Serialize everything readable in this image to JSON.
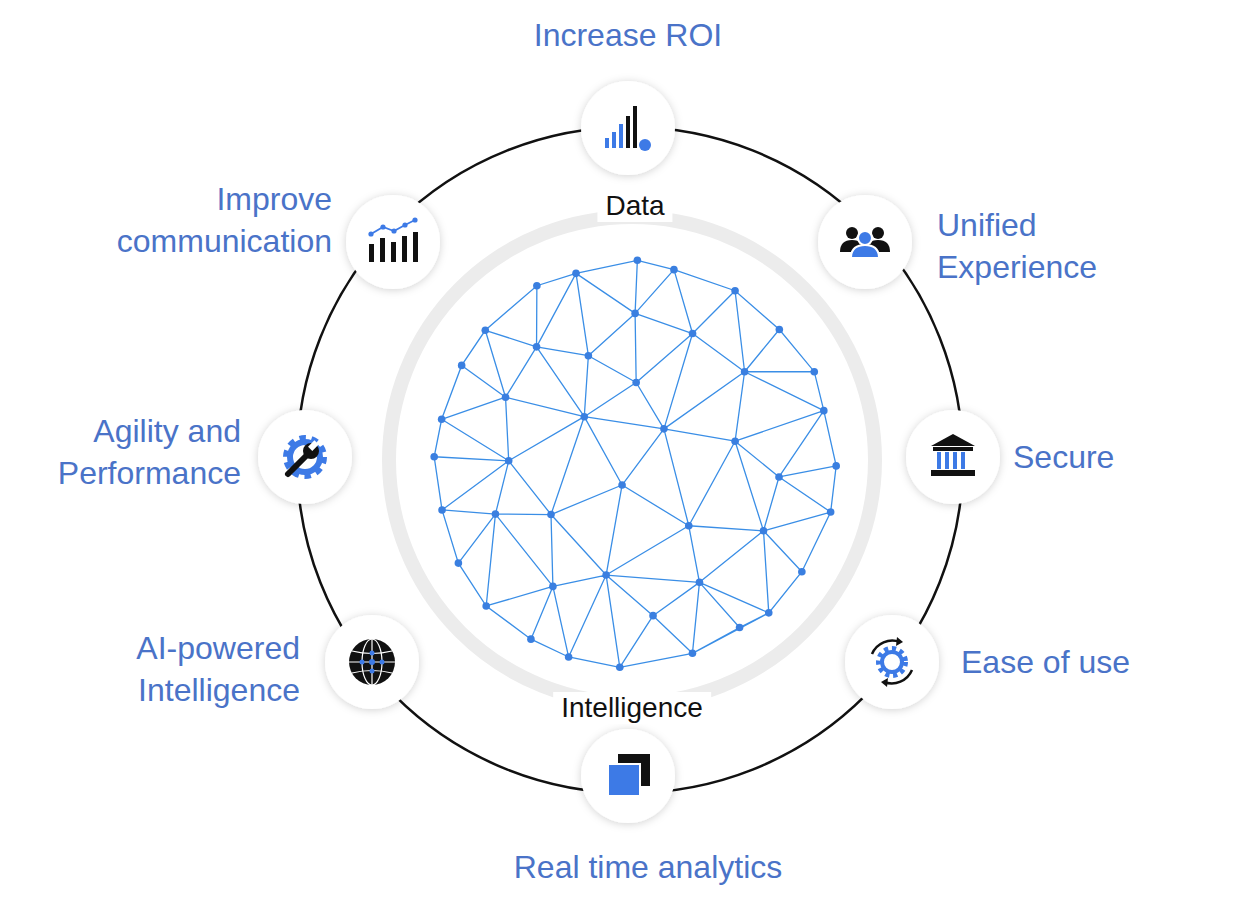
{
  "diagram": {
    "nodes": [
      {
        "text": [
          "Data",
          "Intelligence"
        ]
      },
      {
        "text": [
          "Increase ROI"
        ]
      },
      {
        "text": [
          "Unified Experience"
        ]
      },
      {
        "text": [
          "Secure"
        ]
      },
      {
        "text": [
          "Ease of use"
        ]
      },
      {
        "text": [
          "Real time analytics"
        ]
      },
      {
        "text": [
          "AI-powered Intelligence"
        ]
      },
      {
        "text": [
          "Agility and Performance"
        ]
      },
      {
        "text": [
          "Improve communication"
        ]
      }
    ]
  }
}
